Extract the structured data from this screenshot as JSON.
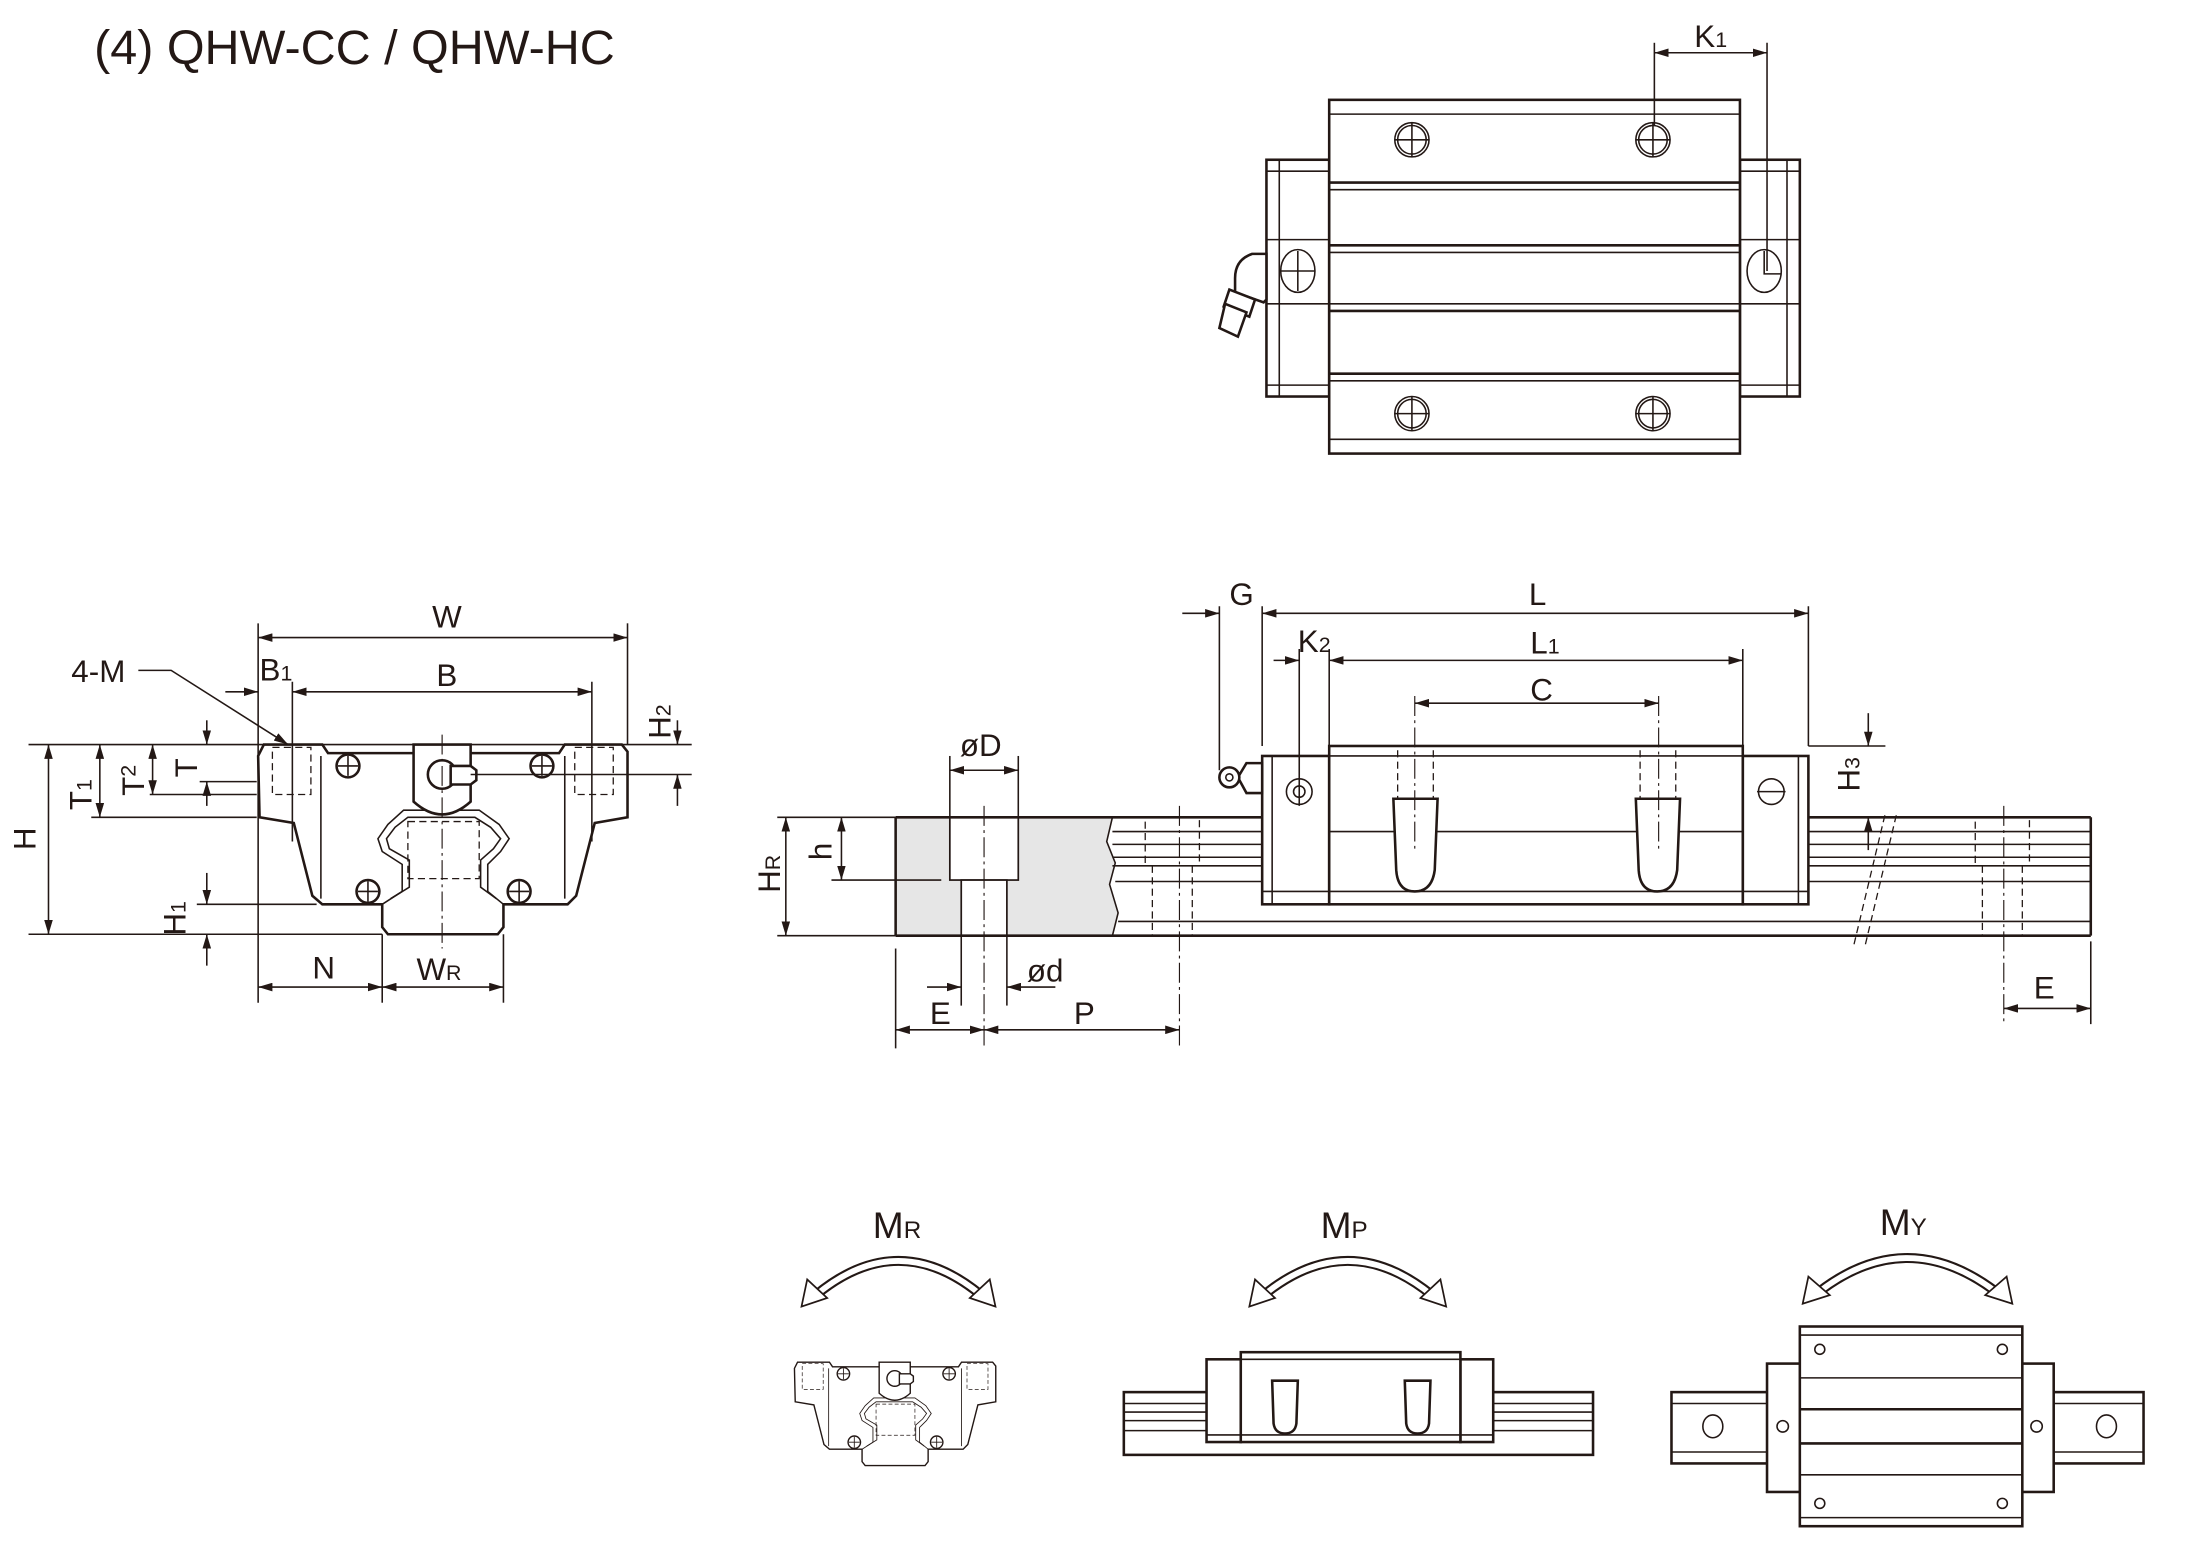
{
  "title": "(4) QHW-CC / QHW-HC",
  "colors": {
    "line": "#231815",
    "section_fill": "#e6e6e6"
  },
  "labels": {
    "K1": {
      "t": "K",
      "s": "1"
    },
    "W": {
      "t": "W"
    },
    "B": {
      "t": "B"
    },
    "B1": {
      "t": "B",
      "s": "1"
    },
    "M4": {
      "t": "4-M"
    },
    "H2": {
      "t": "H",
      "s": "2"
    },
    "T": {
      "t": "T"
    },
    "T1": {
      "t": "T",
      "s": "1"
    },
    "T2": {
      "t": "T",
      "s": "2"
    },
    "H": {
      "t": "H"
    },
    "H1": {
      "t": "H",
      "s": "1"
    },
    "N": {
      "t": "N"
    },
    "WR": {
      "t": "W",
      "s": "R"
    },
    "G": {
      "t": "G"
    },
    "L": {
      "t": "L"
    },
    "K2": {
      "t": "K",
      "s": "2"
    },
    "L1": {
      "t": "L",
      "s": "1"
    },
    "C": {
      "t": "C"
    },
    "H3": {
      "t": "H",
      "s": "3"
    },
    "D": {
      "t": "øD"
    },
    "d": {
      "t": "ød"
    },
    "HR": {
      "t": "H",
      "s": "R"
    },
    "h": {
      "t": "h"
    },
    "E": {
      "t": "E"
    },
    "P": {
      "t": "P"
    },
    "E2": {
      "t": "E"
    }
  },
  "moments": [
    {
      "t": "M",
      "s": "R"
    },
    {
      "t": "M",
      "s": "P"
    },
    {
      "t": "M",
      "s": "Y"
    }
  ]
}
